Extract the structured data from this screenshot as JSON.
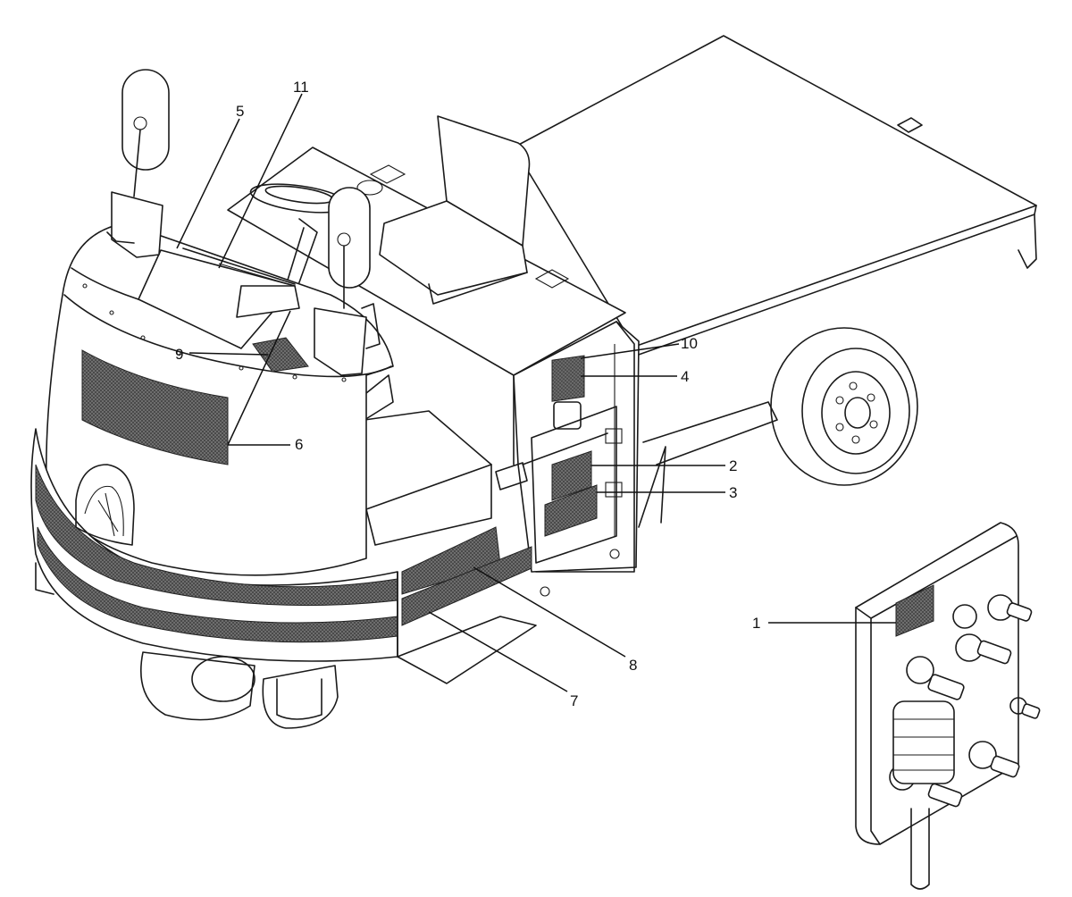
{
  "figure": {
    "callouts": [
      {
        "id": "c1",
        "label": "1"
      },
      {
        "id": "c2",
        "label": "2"
      },
      {
        "id": "c3",
        "label": "3"
      },
      {
        "id": "c4",
        "label": "4"
      },
      {
        "id": "c5",
        "label": "5"
      },
      {
        "id": "c6",
        "label": "6"
      },
      {
        "id": "c7",
        "label": "7"
      },
      {
        "id": "c8",
        "label": "8"
      },
      {
        "id": "c9",
        "label": "9"
      },
      {
        "id": "c10",
        "label": "10"
      },
      {
        "id": "c11",
        "label": "11"
      }
    ]
  },
  "colors": {
    "line": "#1a1a1a",
    "decal": "#555555",
    "background": "#ffffff"
  }
}
